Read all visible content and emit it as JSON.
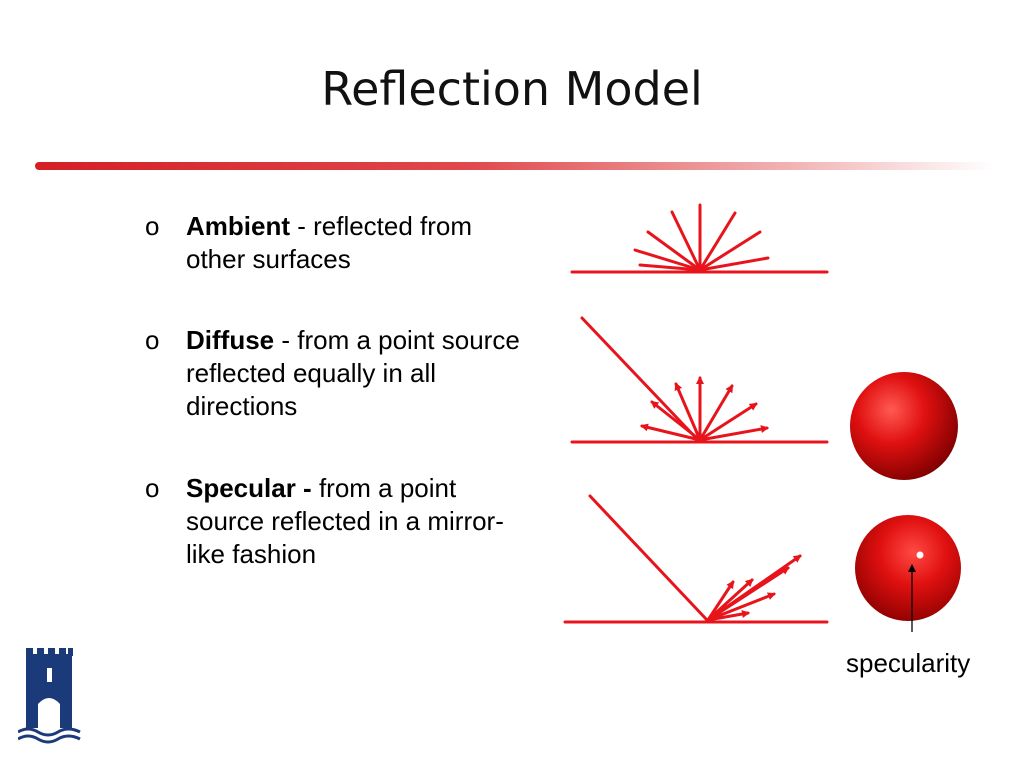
{
  "slide": {
    "title": "Reflection Model"
  },
  "bullets": [
    {
      "marker": "o",
      "term": "Ambient",
      "rest": " - reflected from other surfaces"
    },
    {
      "marker": "o",
      "term": "Diffuse",
      "rest": "  - from a point source reflected equally in all directions"
    },
    {
      "marker": "o",
      "term": "Specular  -",
      "rest": " from a point source reflected in a mirror-like fashion"
    }
  ],
  "annotation": {
    "specularity_label": "specularity"
  },
  "colors": {
    "accent_red": "#e8141c",
    "rule_red": "#d41f25",
    "logo_blue": "#1b3a7a"
  },
  "icons": {
    "logo": "university-castle-logo"
  }
}
